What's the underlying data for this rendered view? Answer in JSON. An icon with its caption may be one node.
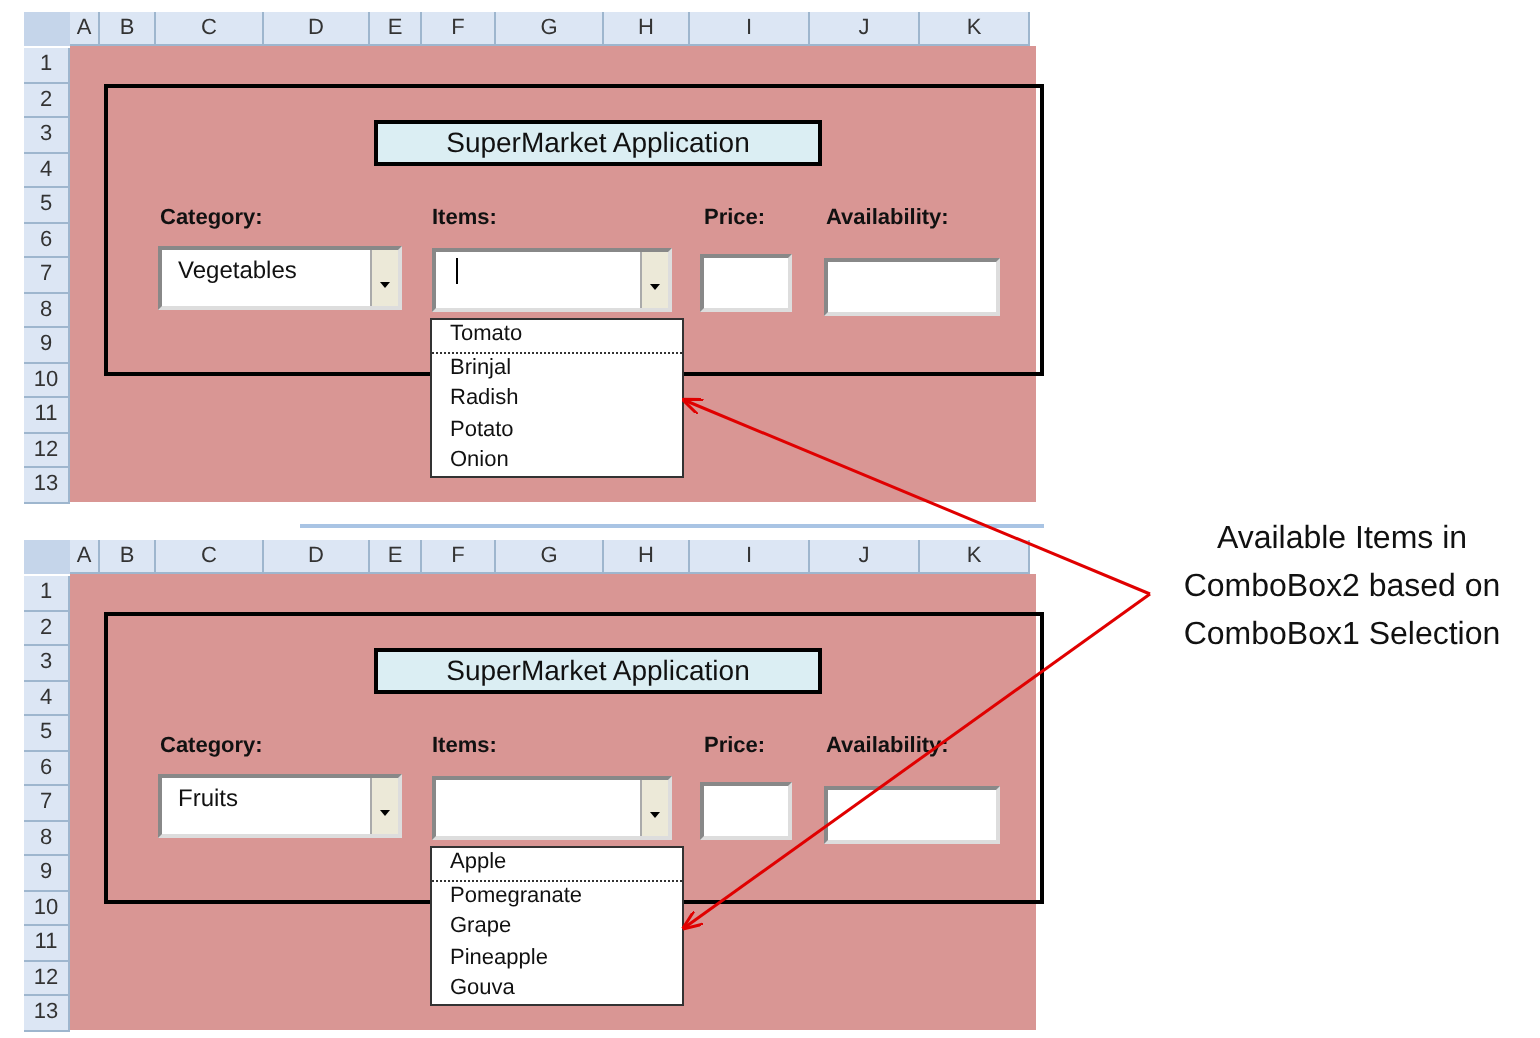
{
  "diagram": {
    "nodes": [
      {
        "text": [
          "SuperMarket Application"
        ]
      },
      {
        "text": [
          "Vegetables"
        ]
      },
      {
        "text": [],
        "shape": "box"
      },
      {
        "text": [
          "Tomato",
          "Brinjal",
          "Radish",
          "Potato",
          "Onion"
        ]
      },
      {
        "text": [
          "Available Items in ComboBox2 based on ComboBox1 Selection"
        ]
      },
      {
        "text": [
          "SuperMarket Application"
        ]
      },
      {
        "text": [
          "Fruits"
        ]
      },
      {
        "text": [],
        "shape": "box"
      },
      {
        "text": [
          "Apple",
          "Pomegranate",
          "Grape",
          "Pineapple",
          "Gouva"
        ]
      }
    ],
    "edges": [
      {
        "from": 4,
        "to": 3,
        "arrow": "to"
      },
      {
        "from": 4,
        "to": 8,
        "arrow": "to"
      }
    ],
    "labels": [
      "A",
      "B",
      "C",
      "D",
      "E",
      "F",
      "G",
      "H",
      "I",
      "J",
      "K",
      "1",
      "2",
      "3",
      "4",
      "5",
      "6",
      "7",
      "8",
      "9",
      "10",
      "11",
      "12",
      "13",
      "Category:",
      "Items:",
      "Price:",
      "Availability:",
      "A",
      "B",
      "C",
      "D",
      "E",
      "F",
      "G",
      "H",
      "I",
      "J",
      "K",
      "1",
      "2",
      "3",
      "4",
      "5",
      "6",
      "7",
      "8",
      "9",
      "10",
      "11",
      "12",
      "13",
      "Category:",
      "Items:",
      "Price:",
      "Availability:"
    ]
  }
}
